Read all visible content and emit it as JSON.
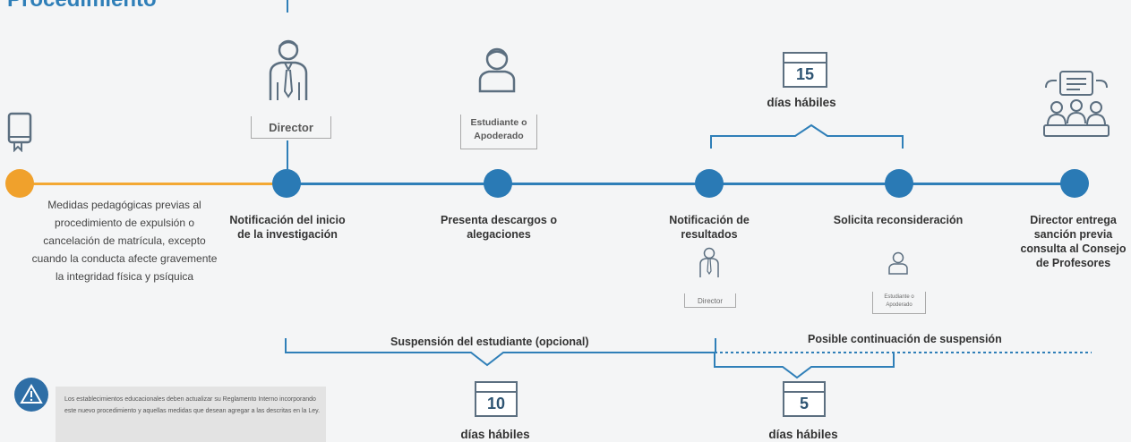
{
  "title": "Procedimiento",
  "steps": [
    {
      "text": "Medidas pedagógicas previas al procedimiento de expulsión o cancelación de matrícula, excepto cuando la conducta afecte gravemente la integridad física y psíquica"
    },
    {
      "text": "Notificación del inicio de la investigación",
      "role": "Director"
    },
    {
      "text": "Presenta descargos o alegaciones",
      "role": "Estudiante o Apoderado"
    },
    {
      "text": "Notificación de resultados",
      "role": "Director"
    },
    {
      "text": "Solicita reconsideración",
      "role": "Estudiante o Apoderado"
    },
    {
      "text": "Director entrega sanción previa consulta al Consejo de Profesores"
    }
  ],
  "periods": {
    "top": {
      "days": "15",
      "label": "días hábiles"
    },
    "suspension": {
      "label": "Suspensión del estudiante (opcional)",
      "days": "10",
      "days_label": "días hábiles"
    },
    "continuation": {
      "label": "Posible continuación de suspensión",
      "days": "5",
      "days_label": "días hábiles"
    }
  },
  "note": "Los establecimientos educacionales deben actualizar su Reglamento Interno incorporando este nuevo procedimiento y aquellas medidas que desean agregar a las descritas en la Ley.",
  "icons": [
    "book-icon",
    "director-icon",
    "student-icon",
    "calendar-icon",
    "meeting-icon",
    "warning-icon"
  ],
  "colors": {
    "accent": "#2a7ab5",
    "start": "#f0a12c"
  }
}
